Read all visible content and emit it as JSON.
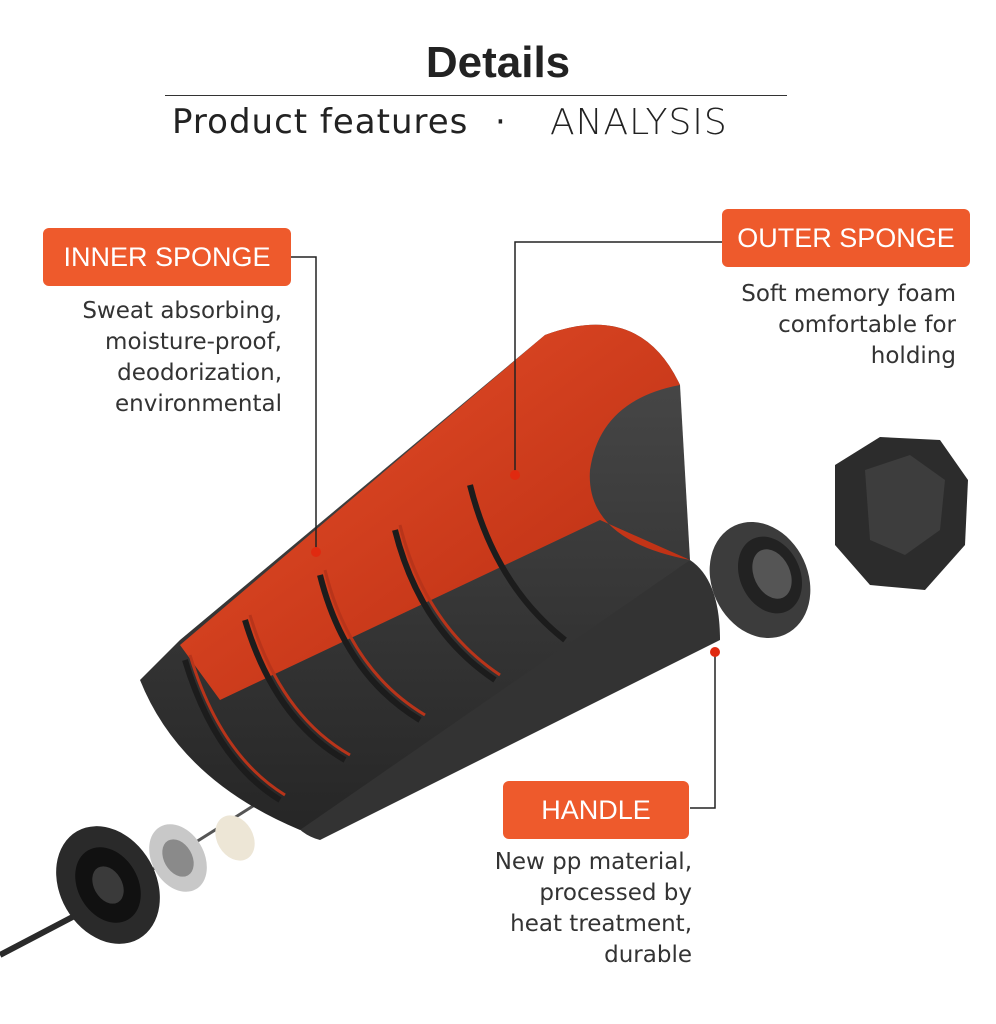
{
  "header": {
    "title": "Details",
    "subtitle_left": "Product features",
    "subtitle_sep": "·",
    "subtitle_right": "ANALYSIS"
  },
  "callouts": {
    "inner": {
      "label": "INNER SPONGE",
      "description": "Sweat absorbing,\nmoisture-proof,\ndeodorization,\nenvironmental"
    },
    "outer": {
      "label": "OUTER SPONGE",
      "description": "Soft memory foam\ncomfortable for\nholding"
    },
    "handle": {
      "label": "HANDLE",
      "description": "New pp material,\nprocessed by\nheat treatment,\ndurable"
    }
  },
  "colors": {
    "accent": "#ee5a2c",
    "foam_dark": "#3a3a3a",
    "inner_red": "#d9381a"
  },
  "icons": [
    "handle-exploded-illustration",
    "end-cap-icon",
    "bearing-cap-icon"
  ]
}
